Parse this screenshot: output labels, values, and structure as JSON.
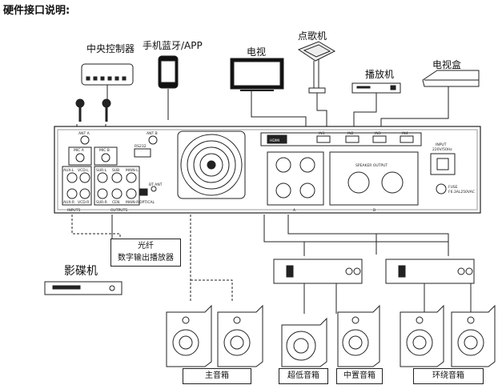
{
  "title": "硬件接口说明:",
  "devices": {
    "central_controller": "中央控制器",
    "phone": "手机蓝牙/APP",
    "tv": "电视",
    "jukebox": "点歌机",
    "player": "播放机",
    "tv_box": "电视盒",
    "dvd": "影碟机",
    "optical_line1": "光纤",
    "optical_line2": "数字输出播放器"
  },
  "speakers": {
    "main": "主音箱",
    "sub": "超低音箱",
    "center": "中置音箱",
    "surround": "环绕音箱"
  },
  "panel": {
    "ant_a": "ANT A",
    "ant_b": "ANT B",
    "mic_a": "MIC A",
    "mic_b": "MIC B",
    "rs232": "RS232",
    "hdmi": "HDMI",
    "in1": "IN1",
    "in2": "IN2",
    "in3": "IN3",
    "in4": "IN4",
    "input_power": "INPUT",
    "input_voltage": "220V/50Hz",
    "fuse": "FUSE",
    "fuse_rating": "F6.3AL250VAC",
    "aux_l": "AUX-L",
    "vcd_l": "VCD-L",
    "aux_r": "AUX-R",
    "vcd_r": "VCD-R",
    "inputs": "INPUTS",
    "outputs": "OUTPUTS",
    "optical": "OPTICAL",
    "bt_ant": "BT ANT",
    "sur_l": "SUR-L",
    "sub": "SUB",
    "main_l": "MAIN-L",
    "sur_r": "SUR-R",
    "cen": "CEN",
    "main_r": "MAIN-R",
    "zone_a": "A",
    "zone_b": "B",
    "speaker_out": "SPEAKER OUTPUT"
  },
  "colors": {
    "line": "#222222",
    "panel_fill": "#ffffff",
    "hdmi_fill": "#222222"
  }
}
